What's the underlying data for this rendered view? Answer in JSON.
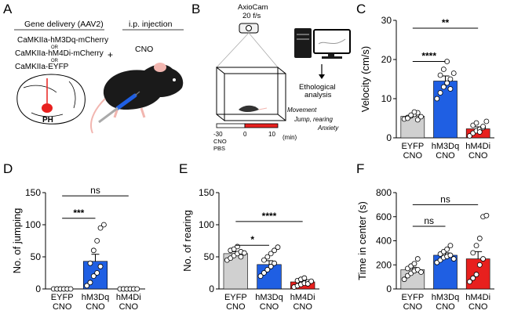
{
  "panel_letters": [
    "A",
    "B",
    "C",
    "D",
    "E",
    "F"
  ],
  "panel_a": {
    "gene_delivery_title": "Gene delivery (AAV2)",
    "constructs": [
      "CaMKIIa-hM3Dq-mCherry",
      "CaMKIIa-hM4Di-mCherry",
      "CaMKIIa-EYFP"
    ],
    "or_label": "OR",
    "plus_sign": "+",
    "injection_title": "i.p. injection",
    "injection_agent": "CNO",
    "region_label": "PH"
  },
  "panel_b": {
    "camera_label": "AxioCam",
    "frame_rate": "20 f/s",
    "analysis_label_1": "Ethological",
    "analysis_label_2": "analysis",
    "behaviors": [
      "Movement",
      "Jump, rearing",
      "Anxiety"
    ],
    "timeline_ticks": [
      "-30",
      "0",
      "10"
    ],
    "timeline_unit": "(min)",
    "timeline_cno": "CNO",
    "timeline_pbs": "PBS"
  },
  "colors": {
    "EYFP": "#d0d0d0",
    "hM3Dq": "#1f5fe3",
    "hM4Di": "#e8201e",
    "red_bar": "#e8201e"
  },
  "chart_data": [
    {
      "panel": "C",
      "type": "bar",
      "categories": [
        "EYFP\nCNO",
        "hM3Dq\nCNO",
        "hM4Di\nCNO"
      ],
      "values": [
        5.5,
        14.5,
        2.3
      ],
      "errors": [
        0.5,
        1.3,
        0.5
      ],
      "points": [
        [
          4.8,
          5.2,
          5.6,
          6.0,
          6.4,
          5.0,
          5.8,
          6.6,
          4.6,
          5.4
        ],
        [
          10.0,
          11.5,
          13.0,
          14.0,
          15.0,
          16.0,
          17.5,
          19.5,
          12.5,
          16.5
        ],
        [
          0.5,
          1.2,
          1.8,
          2.2,
          2.6,
          3.2,
          3.8,
          1.5,
          2.9,
          4.2
        ]
      ],
      "ylabel": "Velocity (cm/s)",
      "ylim": [
        0,
        30
      ],
      "yticks": [
        0,
        10,
        20,
        30
      ],
      "significance": [
        {
          "from": 0,
          "to": 1,
          "label": "****",
          "level": 19.5
        },
        {
          "from": 0,
          "to": 2,
          "label": "**",
          "level": 28
        }
      ]
    },
    {
      "panel": "D",
      "type": "bar",
      "categories": [
        "EYFP\nCNO",
        "hM3Dq\nCNO",
        "hM4Di\nCNO"
      ],
      "values": [
        0,
        43,
        0
      ],
      "errors": [
        0,
        11,
        0
      ],
      "points": [
        [
          0,
          0,
          0,
          0,
          0,
          0,
          0,
          0,
          0,
          0
        ],
        [
          5,
          10,
          20,
          25,
          35,
          40,
          60,
          75,
          95,
          100
        ],
        [
          0,
          0,
          0,
          0,
          0,
          0,
          0,
          0,
          0,
          0
        ]
      ],
      "ylabel": "No. of jumping",
      "ylim": [
        0,
        150
      ],
      "yticks": [
        0,
        50,
        100,
        150
      ],
      "significance": [
        {
          "from": 0,
          "to": 1,
          "label": "***",
          "level": 110
        },
        {
          "from": 0,
          "to": 2,
          "label": "ns",
          "level": 145
        }
      ]
    },
    {
      "panel": "E",
      "type": "bar",
      "categories": [
        "EYFP\nCNO",
        "hM3Dq\nCNO",
        "hM4Di\nCNO"
      ],
      "values": [
        55,
        38,
        11
      ],
      "errors": [
        3,
        6,
        2
      ],
      "points": [
        [
          45,
          48,
          52,
          55,
          58,
          60,
          62,
          66,
          50,
          56
        ],
        [
          20,
          25,
          30,
          35,
          40,
          45,
          50,
          55,
          60,
          65
        ],
        [
          3,
          5,
          7,
          9,
          11,
          13,
          15,
          17,
          8,
          12
        ]
      ],
      "ylabel": "No. of rearing",
      "ylim": [
        0,
        150
      ],
      "yticks": [
        0,
        50,
        100,
        150
      ],
      "significance": [
        {
          "from": 0,
          "to": 1,
          "label": "*",
          "level": 68
        },
        {
          "from": 0,
          "to": 2,
          "label": "****",
          "level": 105
        }
      ]
    },
    {
      "panel": "F",
      "type": "bar",
      "categories": [
        "EYFP\nCNO",
        "hM3Dq\nCNO",
        "hM4Di\nCNO"
      ],
      "values": [
        160,
        280,
        250
      ],
      "errors": [
        20,
        20,
        60
      ],
      "points": [
        [
          80,
          110,
          130,
          150,
          160,
          170,
          190,
          210,
          250,
          140
        ],
        [
          220,
          240,
          260,
          270,
          280,
          290,
          310,
          330,
          360,
          250
        ],
        [
          60,
          90,
          120,
          200,
          250,
          300,
          360,
          420,
          600,
          610
        ]
      ],
      "ylabel": "Time in center (s)",
      "ylim": [
        0,
        800
      ],
      "yticks": [
        0,
        200,
        400,
        600,
        800
      ],
      "significance": [
        {
          "from": 0,
          "to": 1,
          "label": "ns",
          "level": 520
        },
        {
          "from": 0,
          "to": 2,
          "label": "ns",
          "level": 700
        }
      ]
    }
  ]
}
